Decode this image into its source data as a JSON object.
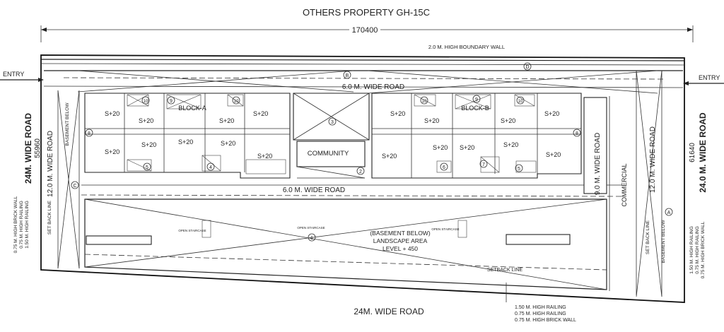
{
  "title": "OTHERS PROPERTY GH-15C",
  "dimensions": {
    "total_width": "170400",
    "left_height": "55960",
    "right_height": "61640"
  },
  "boundary_wall": "2.0 M. HIGH BOUNDARY WALL",
  "entries": {
    "left": "ENTRY",
    "right": "ENTRY"
  },
  "roads": {
    "inner_top": "6.0 M. WIDE ROAD",
    "inner_bottom": "6.0 M. WIDE ROAD",
    "bottom": "24M. WIDE ROAD",
    "left_outer": "24M. WIDE ROAD",
    "left_inner": "12.0 M. WIDE ROAD",
    "right_inner": "12.0 M. WIDE ROAD",
    "right_outer": "24.0 M. WIDE ROAD",
    "right_mid": "9.0 M. WIDE ROAD"
  },
  "blocks": {
    "a": "BLOCK-A",
    "b": "BLOCK-B",
    "community": "COMMUNITY",
    "commercial": "COMMERCIAL",
    "unit_label": "S+20"
  },
  "markers": {
    "b": "B",
    "c": "C",
    "a": "A",
    "d": "D",
    "n1": "1",
    "n2": "2",
    "n3": "3",
    "n4": "4",
    "n5": "5",
    "n6": "6",
    "n7": "7",
    "n8": "8",
    "n9": "9",
    "n10": "10"
  },
  "landscape": {
    "line1": "(BASEMENT BELOW)",
    "line2": "LANDSCAPE AREA",
    "line3": "LEVEL + 450"
  },
  "basement_below": "BASEMENT BELOW",
  "set_back_line": "SET BACK LINE",
  "setback_line": "SETBACK LINE",
  "open_staircase": "OPEN STAIRCASE",
  "railings": {
    "left_1": "0.75 M. HIGH BRICK WALL",
    "left_2": "0.75 M. HIGH RAILING",
    "left_3": "1.50 M. HIGH RAILING",
    "right_1": "1.50 M. HIGH RAILING",
    "right_2": "0.75 M. HIGH RAILING",
    "right_3": "0.75 M. HIGH BRICK WALL",
    "bottom_1": "1.50 M. HIGH RAILING",
    "bottom_2": "0.75 M. HIGH RAILING",
    "bottom_3": "0.75 M. HIGH BRICK WALL"
  }
}
